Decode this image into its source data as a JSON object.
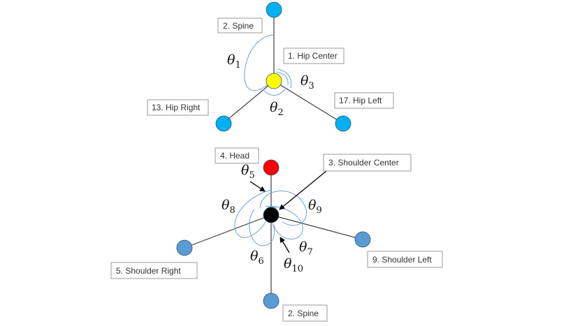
{
  "hip_diagram": {
    "labels": {
      "spine": "2. Spine",
      "hip_center": "1. Hip Center",
      "hip_right": "13. Hip Right",
      "hip_left": "17. Hip Left"
    },
    "angles": {
      "theta1": {
        "symbol": "θ",
        "sub": "1"
      },
      "theta2": {
        "symbol": "θ",
        "sub": "2"
      },
      "theta3": {
        "symbol": "θ",
        "sub": "3"
      }
    },
    "colors": {
      "hip_center": "#ffff00",
      "outer_joint": "#00b0f0"
    }
  },
  "shoulder_diagram": {
    "labels": {
      "head": "4. Head",
      "shoulder_center": "3. Shoulder Center",
      "shoulder_right": "5. Shoulder Right",
      "shoulder_left": "9. Shoulder Left",
      "spine": "2. Spine"
    },
    "angles": {
      "theta5": {
        "symbol": "θ",
        "sub": "5"
      },
      "theta6": {
        "symbol": "θ",
        "sub": "6"
      },
      "theta7": {
        "symbol": "θ",
        "sub": "7"
      },
      "theta8": {
        "symbol": "θ",
        "sub": "8"
      },
      "theta9": {
        "symbol": "θ",
        "sub": "9"
      },
      "theta10": {
        "symbol": "θ",
        "sub": "10"
      }
    },
    "colors": {
      "head": "#ff0000",
      "shoulder_center": "#000000",
      "outer_joint": "#5b9bd5"
    }
  }
}
